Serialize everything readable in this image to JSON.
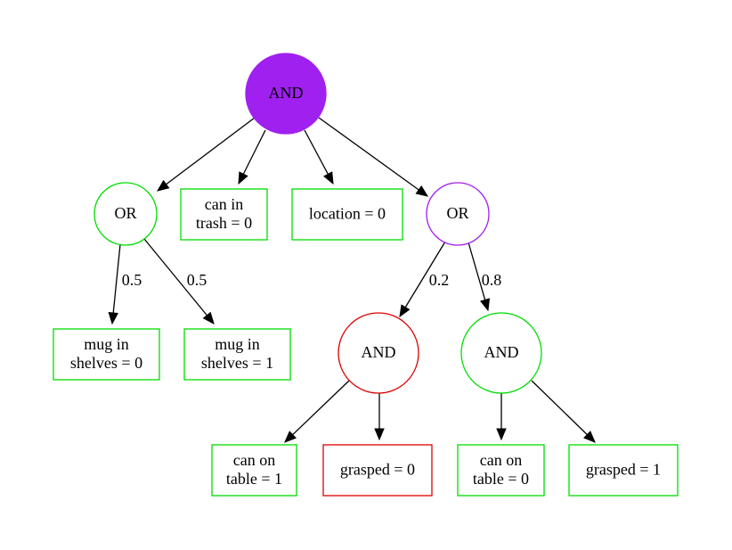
{
  "colors": {
    "purple": "#a020f0",
    "green": "#00dd00",
    "red": "#dd0000",
    "edge": "#000000"
  },
  "nodes": {
    "root": {
      "label": "AND",
      "shape": "circle",
      "color": "purple",
      "filled": true
    },
    "or_left": {
      "label": "OR",
      "shape": "circle",
      "color": "green"
    },
    "can_trash": {
      "label_lines": [
        "can in",
        "trash = 0"
      ],
      "shape": "box",
      "color": "green"
    },
    "location": {
      "label_lines": [
        "location = 0"
      ],
      "shape": "box",
      "color": "green"
    },
    "or_right": {
      "label": "OR",
      "shape": "circle",
      "color": "purple"
    },
    "mug_shelves_0": {
      "label_lines": [
        "mug in",
        "shelves = 0"
      ],
      "shape": "box",
      "color": "green"
    },
    "mug_shelves_1": {
      "label_lines": [
        "mug in",
        "shelves = 1"
      ],
      "shape": "box",
      "color": "green"
    },
    "and_red": {
      "label": "AND",
      "shape": "circle",
      "color": "red"
    },
    "and_green": {
      "label": "AND",
      "shape": "circle",
      "color": "green"
    },
    "can_table_1": {
      "label_lines": [
        "can on",
        "table = 1"
      ],
      "shape": "box",
      "color": "green"
    },
    "grasped_0": {
      "label_lines": [
        "grasped = 0"
      ],
      "shape": "box",
      "color": "red"
    },
    "can_table_0": {
      "label_lines": [
        "can on",
        "table = 0"
      ],
      "shape": "box",
      "color": "green"
    },
    "grasped_1": {
      "label_lines": [
        "grasped = 1"
      ],
      "shape": "box",
      "color": "green"
    }
  },
  "edges": [
    {
      "from": "root",
      "to": "or_left"
    },
    {
      "from": "root",
      "to": "can_trash"
    },
    {
      "from": "root",
      "to": "location"
    },
    {
      "from": "root",
      "to": "or_right"
    },
    {
      "from": "or_left",
      "to": "mug_shelves_0",
      "label": "0.5"
    },
    {
      "from": "or_left",
      "to": "mug_shelves_1",
      "label": "0.5"
    },
    {
      "from": "or_right",
      "to": "and_red",
      "label": "0.2"
    },
    {
      "from": "or_right",
      "to": "and_green",
      "label": "0.8"
    },
    {
      "from": "and_red",
      "to": "can_table_1"
    },
    {
      "from": "and_red",
      "to": "grasped_0"
    },
    {
      "from": "and_green",
      "to": "can_table_0"
    },
    {
      "from": "and_green",
      "to": "grasped_1"
    }
  ]
}
